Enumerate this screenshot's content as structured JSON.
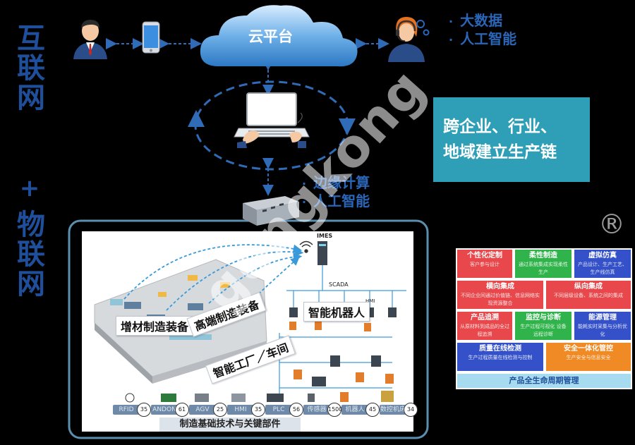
{
  "left_vertical": {
    "top": [
      "互",
      "联",
      "网"
    ],
    "plus": "+",
    "bottom": [
      "物",
      "联",
      "网"
    ]
  },
  "cloud": {
    "label": "云平台"
  },
  "top_bullets": [
    "大数据",
    "人工智能"
  ],
  "edge_bullets": [
    "边缘计算",
    "人工智能"
  ],
  "bullet_dot": "·",
  "teal_box": {
    "lines": [
      "跨企业、行业、",
      "地域建立生产链"
    ]
  },
  "factory": {
    "top_labels": [
      "IMES",
      "SCADA",
      "HMI"
    ],
    "labels": {
      "additive": "增材制造装备",
      "high_end": "高端制造装备",
      "robot": "智能机器人",
      "factory": "智能工厂／车间"
    },
    "components": [
      {
        "name": "RFID",
        "num": "35"
      },
      {
        "name": "ANDON",
        "num": "61"
      },
      {
        "name": "AGV",
        "num": "25"
      },
      {
        "name": "HMI",
        "num": "35"
      },
      {
        "name": "PLC",
        "num": "56"
      },
      {
        "name": "传感器",
        "num": "1500"
      },
      {
        "name": "机器人",
        "num": "45"
      },
      {
        "name": "数控机床",
        "num": "34"
      }
    ],
    "base_label": "制造基础技术与关键部件"
  },
  "right_panel": {
    "cells": [
      {
        "title": "个性化定制",
        "desc": "客户参与设计",
        "color": "#e8474b"
      },
      {
        "title": "柔性制造",
        "desc": "通过系统集成实现柔性生产",
        "color": "#2fb34a"
      },
      {
        "title": "虚拟仿真",
        "desc": "产品设计、生产工艺、生产线仿真",
        "color": "#3451c9"
      },
      {
        "title": "横向集成",
        "desc": "不同企业间通过价值链、信息网络实现资源整合",
        "color": "#e8474b"
      },
      {
        "title": "纵向集成",
        "desc": "不同层级设备、系统之间的集成",
        "color": "#e8474b"
      },
      {
        "title": "产品追溯",
        "desc": "从原材料到成品的全过程追溯",
        "color": "#e8474b"
      },
      {
        "title": "监控与诊断",
        "desc": "生产过程可视化 设备远程诊断",
        "color": "#2fb34a"
      },
      {
        "title": "能源管理",
        "desc": "能耗实时采集与分析优化",
        "color": "#3451c9"
      },
      {
        "title": "质量在线检测",
        "desc": "生产过程质量在线检测与控制",
        "color": "#3451c9"
      },
      {
        "title": "安全一体化管控",
        "desc": "生产安全与信息安全",
        "color": "#f08a24"
      }
    ],
    "footer": "产品全生命周期管理"
  },
  "watermark": {
    "text": "gongkong",
    "reg": "®"
  },
  "icons": [
    "businessman-icon",
    "smartphone-icon",
    "cloud-icon",
    "support-agent-icon",
    "laptop-icon",
    "edge-server-icon",
    "wifi-icon"
  ],
  "colors": {
    "blue_text": "#2a66b8",
    "dark_blue": "#1f4f9a",
    "teal": "#2e9fb6",
    "dashed": "#2f6bb6",
    "frame": "#5b8fb0"
  }
}
